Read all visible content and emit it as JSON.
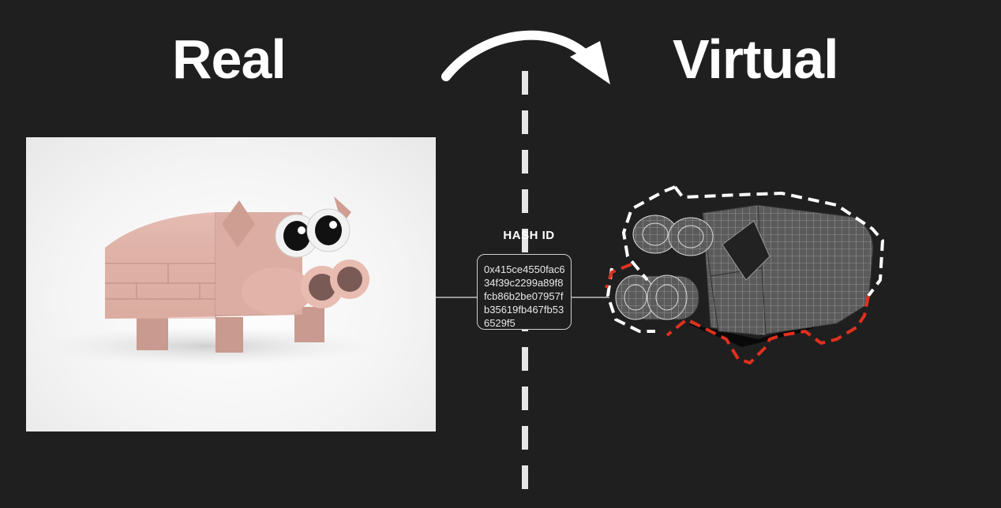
{
  "titles": {
    "left": "Real",
    "right": "Virtual"
  },
  "hash": {
    "label": "HASH ID",
    "lines": [
      "0x415ce4550fac6",
      "34f39c2299a89f8",
      "fcb86b2be07957f",
      "b35619fb467fb53",
      "6529f5"
    ]
  },
  "colors": {
    "background": "#1f1f1f",
    "text": "#ffffff",
    "pig": "#dcaea3",
    "outline_white": "#ffffff",
    "outline_red": "#e0301e"
  },
  "icons": {
    "transfer": "curved-arrow-icon"
  }
}
